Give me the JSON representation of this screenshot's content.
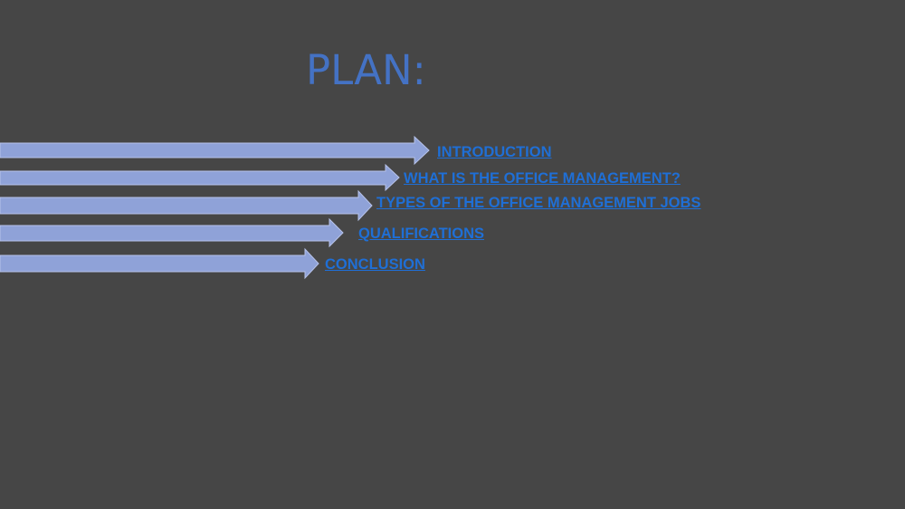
{
  "slide": {
    "title": "PLAN:",
    "colors": {
      "background": "#464646",
      "title": "#4472c4",
      "arrow": "#8fa2d8",
      "link": "#1f6fd6"
    },
    "menu": [
      {
        "label": "INTRODUCTION"
      },
      {
        "label": "WHAT IS THE OFFICE MANAGEMENT?"
      },
      {
        "label": "TYPES OF THE OFFICE MANAGEMENT JOBS"
      },
      {
        "label": "QUALIFICATIONS"
      },
      {
        "label": "CONCLUSION"
      }
    ]
  }
}
